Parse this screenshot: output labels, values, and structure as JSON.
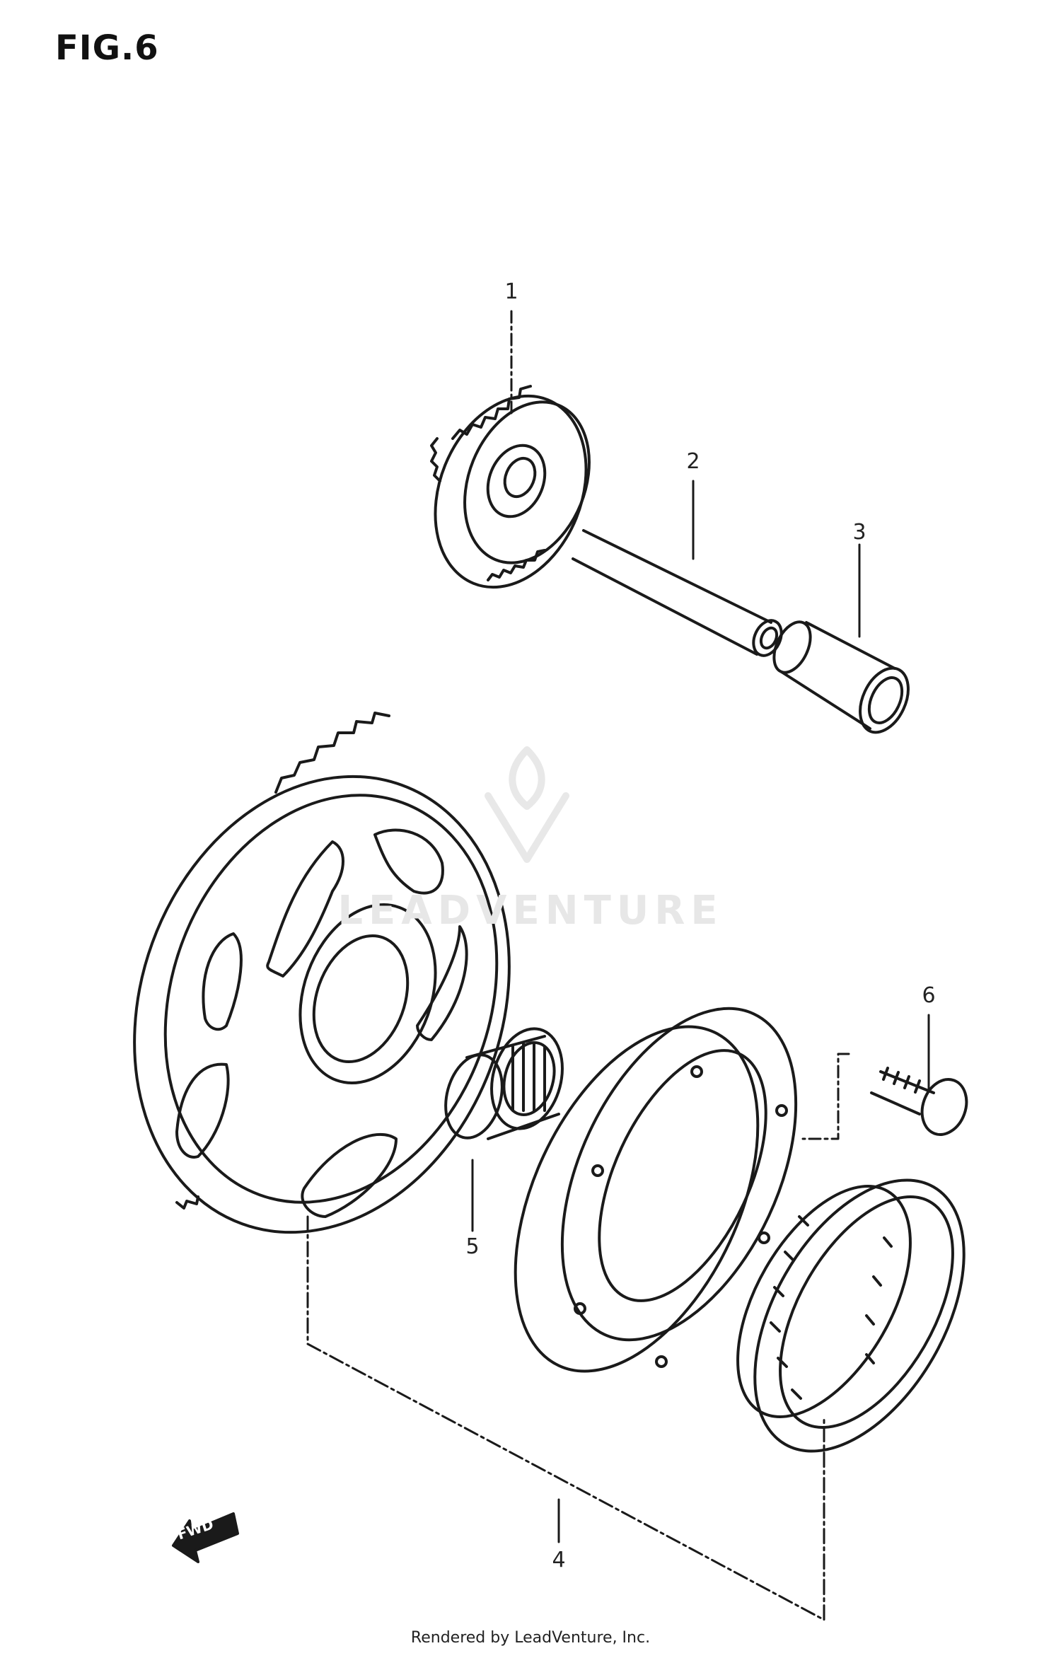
{
  "figure": {
    "title": "FIG.6"
  },
  "callouts": [
    "1",
    "2",
    "3",
    "4",
    "5",
    "6"
  ],
  "watermark": "LEADVENTURE",
  "fwd_arrow": "FWD",
  "footer": "Rendered by LeadVenture, Inc."
}
